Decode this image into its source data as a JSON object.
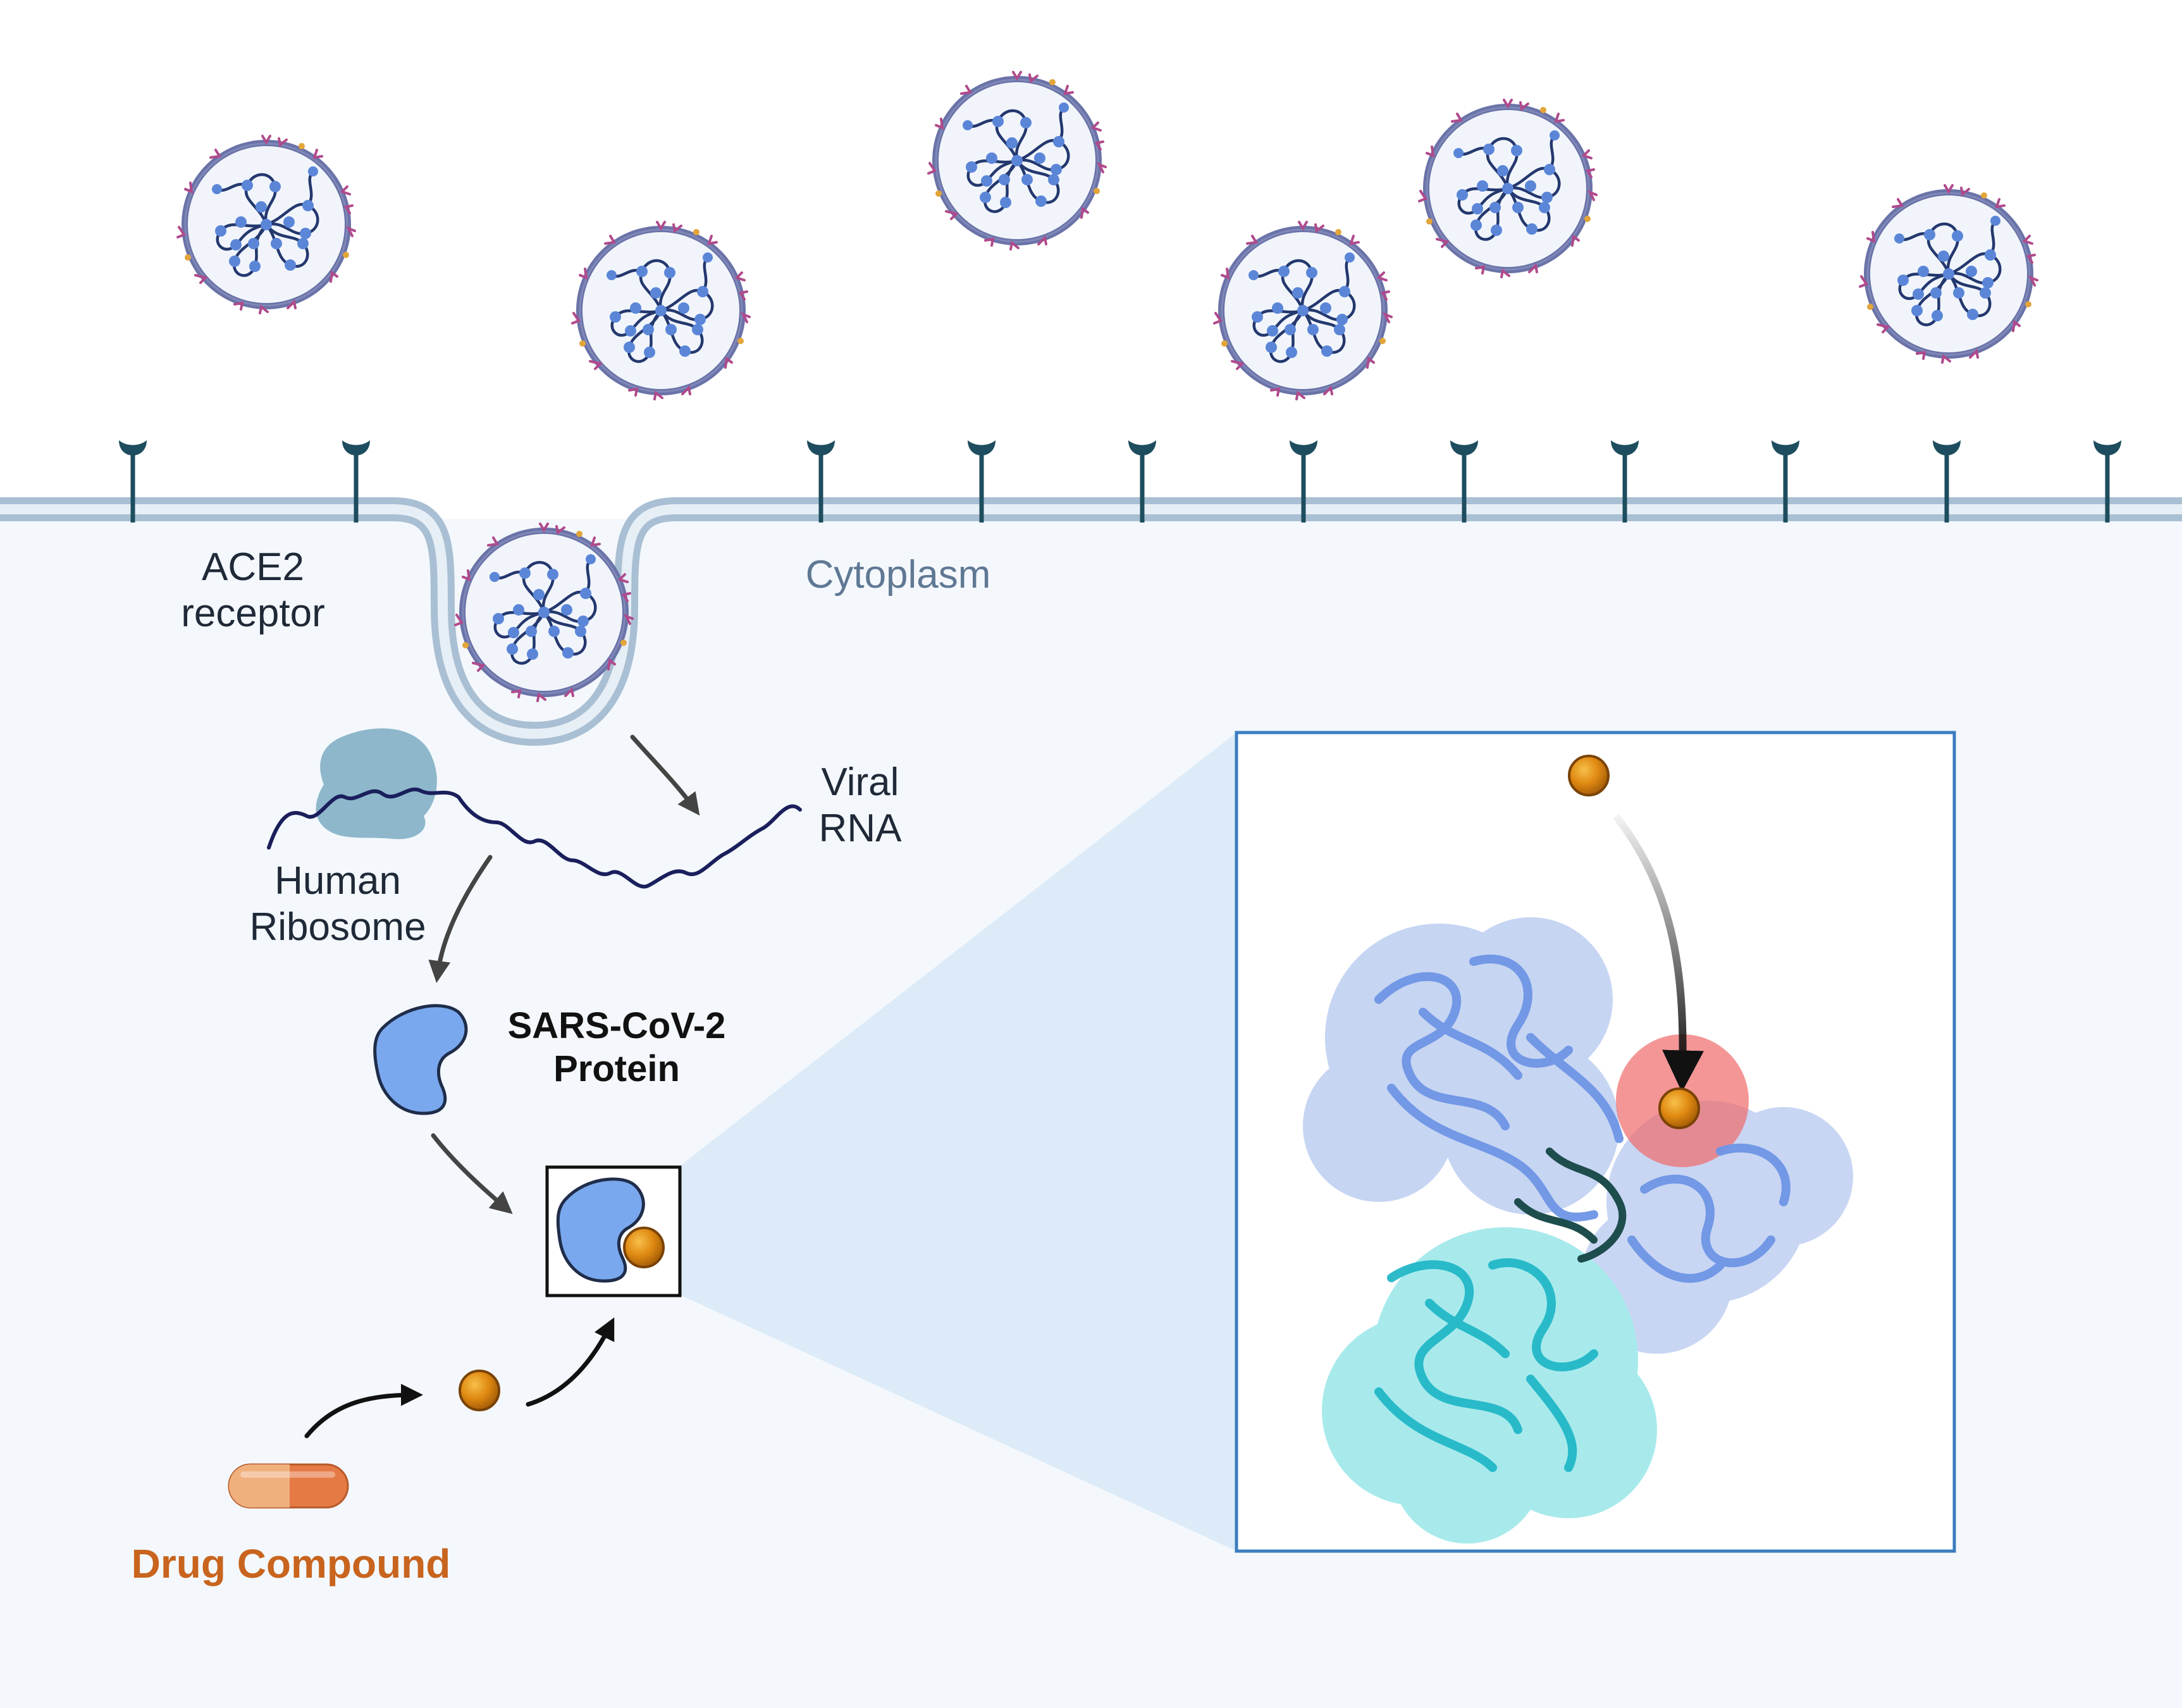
{
  "labels": {
    "ace2_line1": "ACE2",
    "ace2_line2": "receptor",
    "cytoplasm": "Cytoplasm",
    "viral_rna_line1": "Viral",
    "viral_rna_line2": "RNA",
    "ribosome_line1": "Human",
    "ribosome_line2": "Ribosome",
    "protein_line1": "SARS-CoV-2",
    "protein_line2": "Protein",
    "drug": "Drug Compound"
  },
  "colors": {
    "cytoplasm_bg": "#f4f8fc",
    "membrane": "#a9bfd3",
    "receptor": "#1d4d5e",
    "virus_envelope": "#6a73a8",
    "virus_spike": "#b04a8c",
    "virus_rna": "#2f4f8f",
    "protein": "#7aa8ee",
    "drug_orange": "#e08a12",
    "zoom_border": "#3a7cc0",
    "binding_site": "#f06a6a"
  }
}
